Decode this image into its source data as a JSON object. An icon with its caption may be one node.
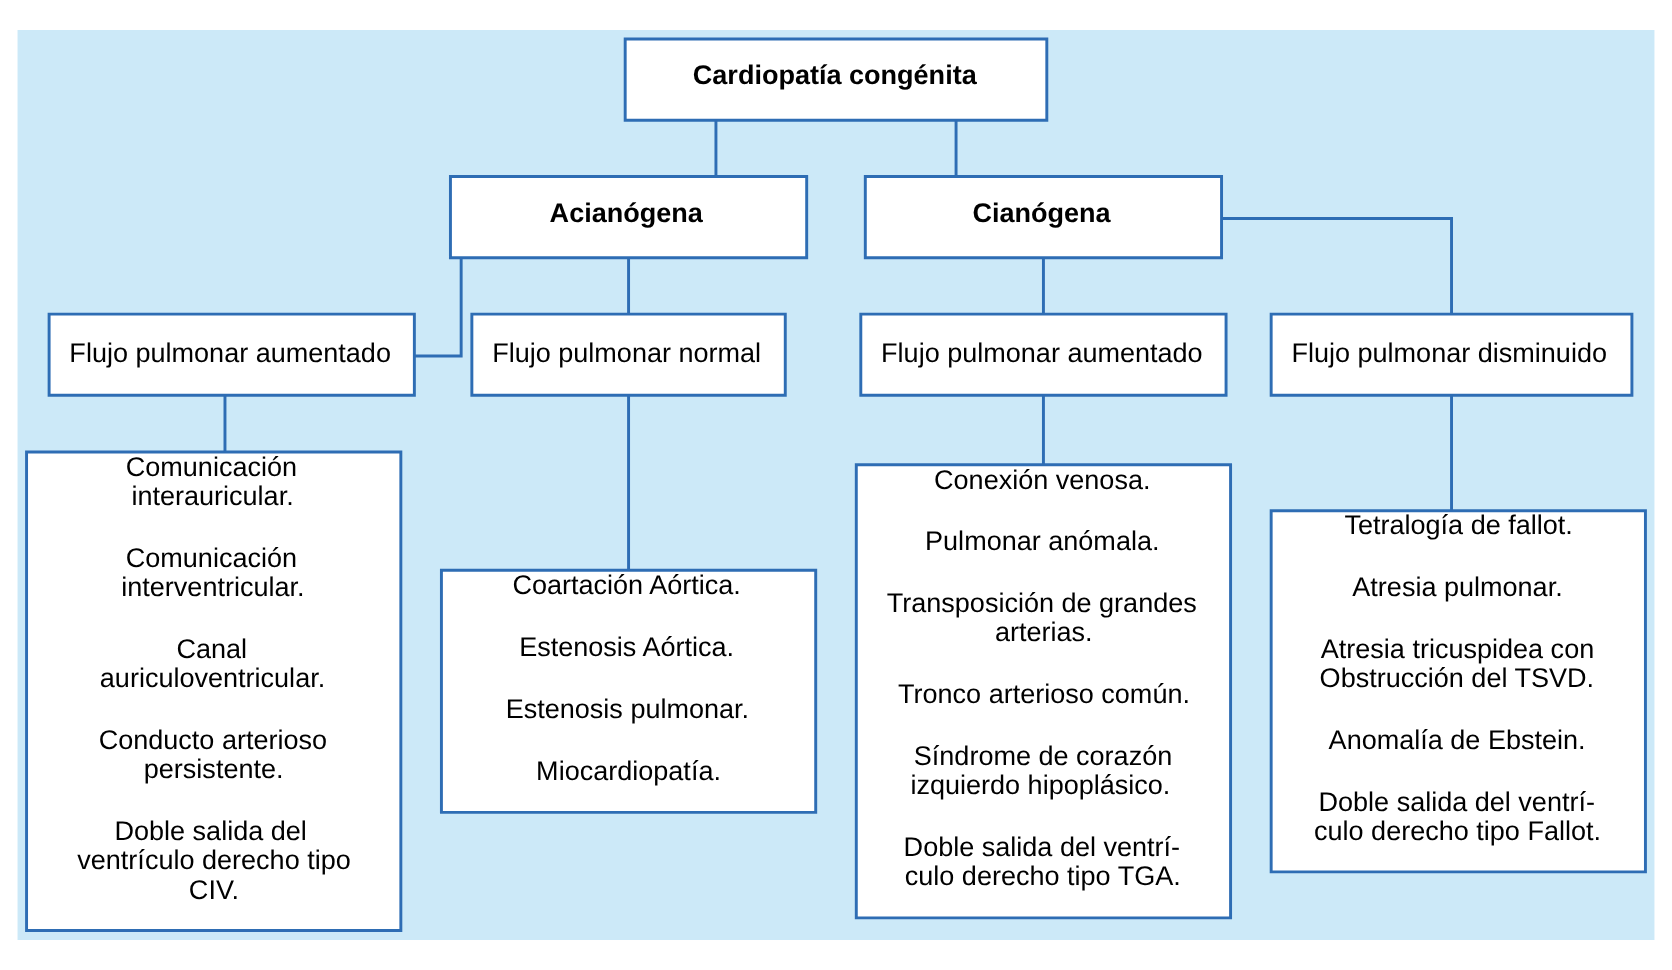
{
  "diagram": {
    "nodes": [
      {
        "text": [
          "Cardiopatía congénita"
        ]
      },
      {
        "text": [
          "Acianógena"
        ]
      },
      {
        "text": [
          "Cianógena"
        ]
      },
      {
        "text": [
          "Flujo pulmonar aumentado"
        ]
      },
      {
        "text": [
          "Flujo pulmonar normal"
        ]
      },
      {
        "text": [
          "Flujo pulmonar aumentado"
        ]
      },
      {
        "text": [
          "Flujo pulmonar disminuido"
        ]
      },
      {
        "text": [
          "Comunicación interauricular.",
          "Comunicación interventricular.",
          "Canal auriculoventricular.",
          "Conducto arterioso persistente.",
          "Doble salida del ventrículo derecho tipo CIV."
        ]
      },
      {
        "text": [
          "Coartación Aórtica.",
          "Estenosis Aórtica.",
          "Estenosis pulmonar.",
          "Miocardiopatía."
        ]
      },
      {
        "text": [
          "Conexión venosa.",
          "Pulmonar anómala.",
          "Transposición de grandes arterias.",
          "Tronco arterioso común.",
          "Síndrome de corazón izquierdo hipoplásico.",
          "Doble salida del ventrí- culo derecho tipo TGA."
        ]
      },
      {
        "text": [
          "Tetralogía de fallot.",
          "Atresia pulmonar.",
          "Atresia tricuspidea con Obstrucción del TSVD.",
          "Anomalía de Ebstein.",
          "Doble salida del ventrí- culo derecho tipo Fallot."
        ]
      }
    ],
    "edges": [
      {
        "from": 0,
        "to": 1,
        "arrow": "none"
      },
      {
        "from": 0,
        "to": 2,
        "arrow": "none"
      },
      {
        "from": 1,
        "to": 3,
        "arrow": "none"
      },
      {
        "from": 1,
        "to": 4,
        "arrow": "none"
      },
      {
        "from": 2,
        "to": 5,
        "arrow": "none"
      },
      {
        "from": 2,
        "to": 6,
        "arrow": "none"
      },
      {
        "from": 3,
        "to": 7,
        "arrow": "none"
      },
      {
        "from": 4,
        "to": 8,
        "arrow": "none"
      },
      {
        "from": 5,
        "to": 9,
        "arrow": "none"
      },
      {
        "from": 6,
        "to": 10,
        "arrow": "none"
      }
    ]
  }
}
